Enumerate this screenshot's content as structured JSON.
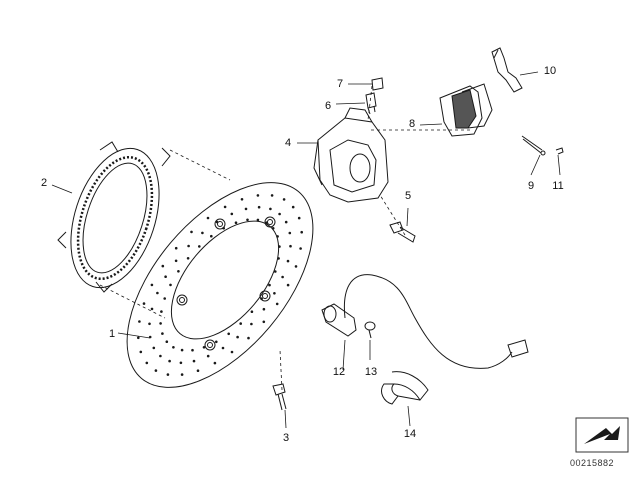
{
  "parts": [
    {
      "id": "1",
      "label": "1"
    },
    {
      "id": "2",
      "label": "2"
    },
    {
      "id": "3",
      "label": "3"
    },
    {
      "id": "4",
      "label": "4"
    },
    {
      "id": "5",
      "label": "5"
    },
    {
      "id": "6",
      "label": "6"
    },
    {
      "id": "7",
      "label": "7"
    },
    {
      "id": "8",
      "label": "8"
    },
    {
      "id": "9",
      "label": "9"
    },
    {
      "id": "10",
      "label": "10"
    },
    {
      "id": "11",
      "label": "11"
    },
    {
      "id": "12",
      "label": "12"
    },
    {
      "id": "13",
      "label": "13"
    },
    {
      "id": "14",
      "label": "14"
    }
  ],
  "diagram_number": "00215882",
  "colors": {
    "line": "#1a1a1a",
    "accent": "#000000"
  }
}
